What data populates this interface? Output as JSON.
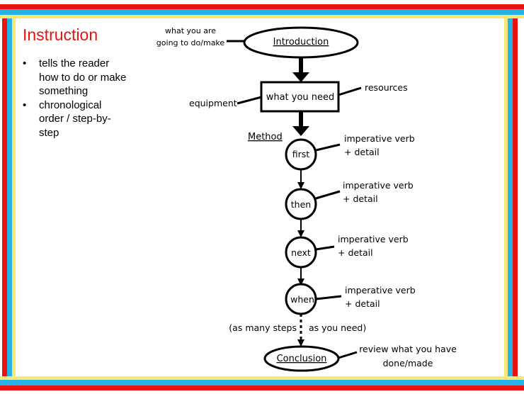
{
  "colors": {
    "red": "#e8130f",
    "blue": "#27b2e6",
    "yellow": "#f6e97a"
  },
  "slide": {
    "title": "Instruction",
    "bullets": [
      {
        "marker": "•",
        "text": "tells the reader how to do or make something"
      },
      {
        "marker": "•",
        "text": "chronological order / step-by-step"
      }
    ]
  },
  "diagram": {
    "introduction": "Introduction",
    "intro_note_line1": "what you are",
    "intro_note_line2": "going to do/make",
    "what_you_need": "what you need",
    "equipment": "equipment",
    "resources": "resources",
    "method": "Method",
    "steps": [
      {
        "label": "first",
        "note1": "imperative verb",
        "note2": "+ detail"
      },
      {
        "label": "then",
        "note1": "imperative verb",
        "note2": "+ detail"
      },
      {
        "label": "next",
        "note1": "imperative verb",
        "note2": "+ detail"
      },
      {
        "label": "when",
        "note1": "imperative verb",
        "note2": "+ detail"
      }
    ],
    "many_steps_left": "(as many steps",
    "many_steps_right": "as you need)",
    "conclusion": "Conclusion",
    "conclusion_note_line1": "review what you have",
    "conclusion_note_line2": "done/made"
  }
}
